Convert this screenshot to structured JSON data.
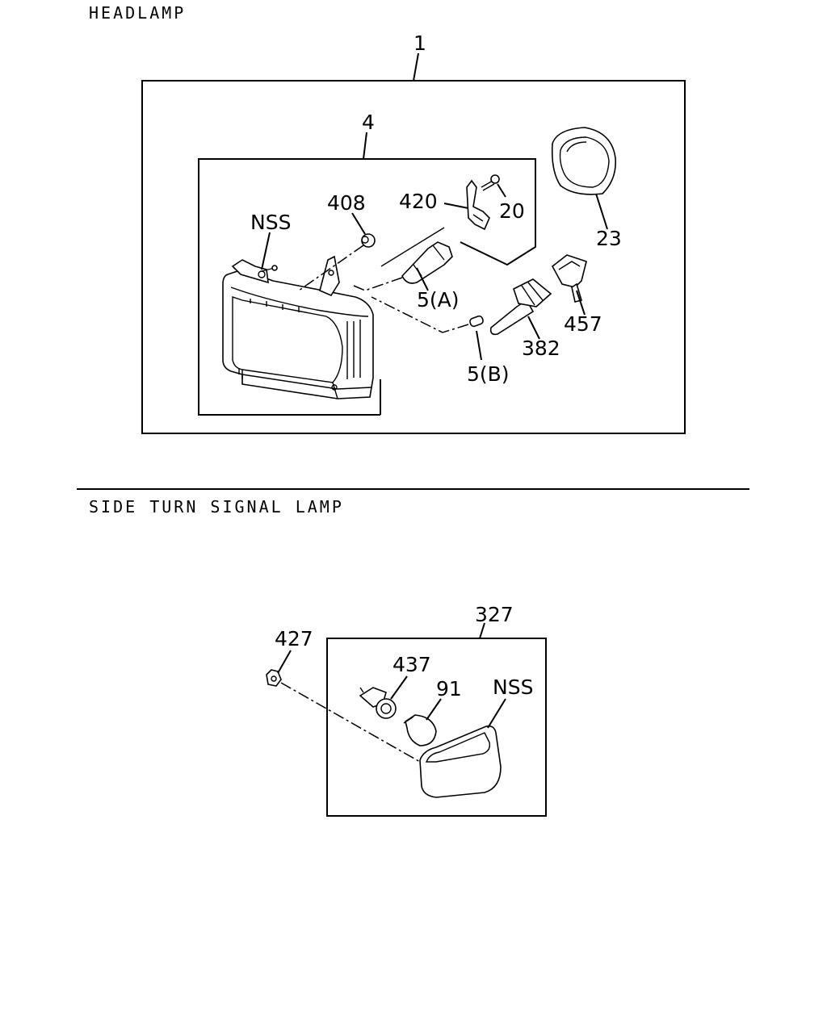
{
  "sections": {
    "headlamp_title": "HEADLAMP",
    "side_turn_title": "SIDE TURN SIGNAL LAMP"
  },
  "labels": {
    "p1": "1",
    "p4": "4",
    "p408": "408",
    "p420": "420",
    "p20": "20",
    "p23": "23",
    "nss_top": "NSS",
    "p5a": "5(A)",
    "p457": "457",
    "p382": "382",
    "p5b": "5(B)",
    "p327": "327",
    "p427": "427",
    "p437": "437",
    "p91": "91",
    "nss_bottom": "NSS"
  }
}
